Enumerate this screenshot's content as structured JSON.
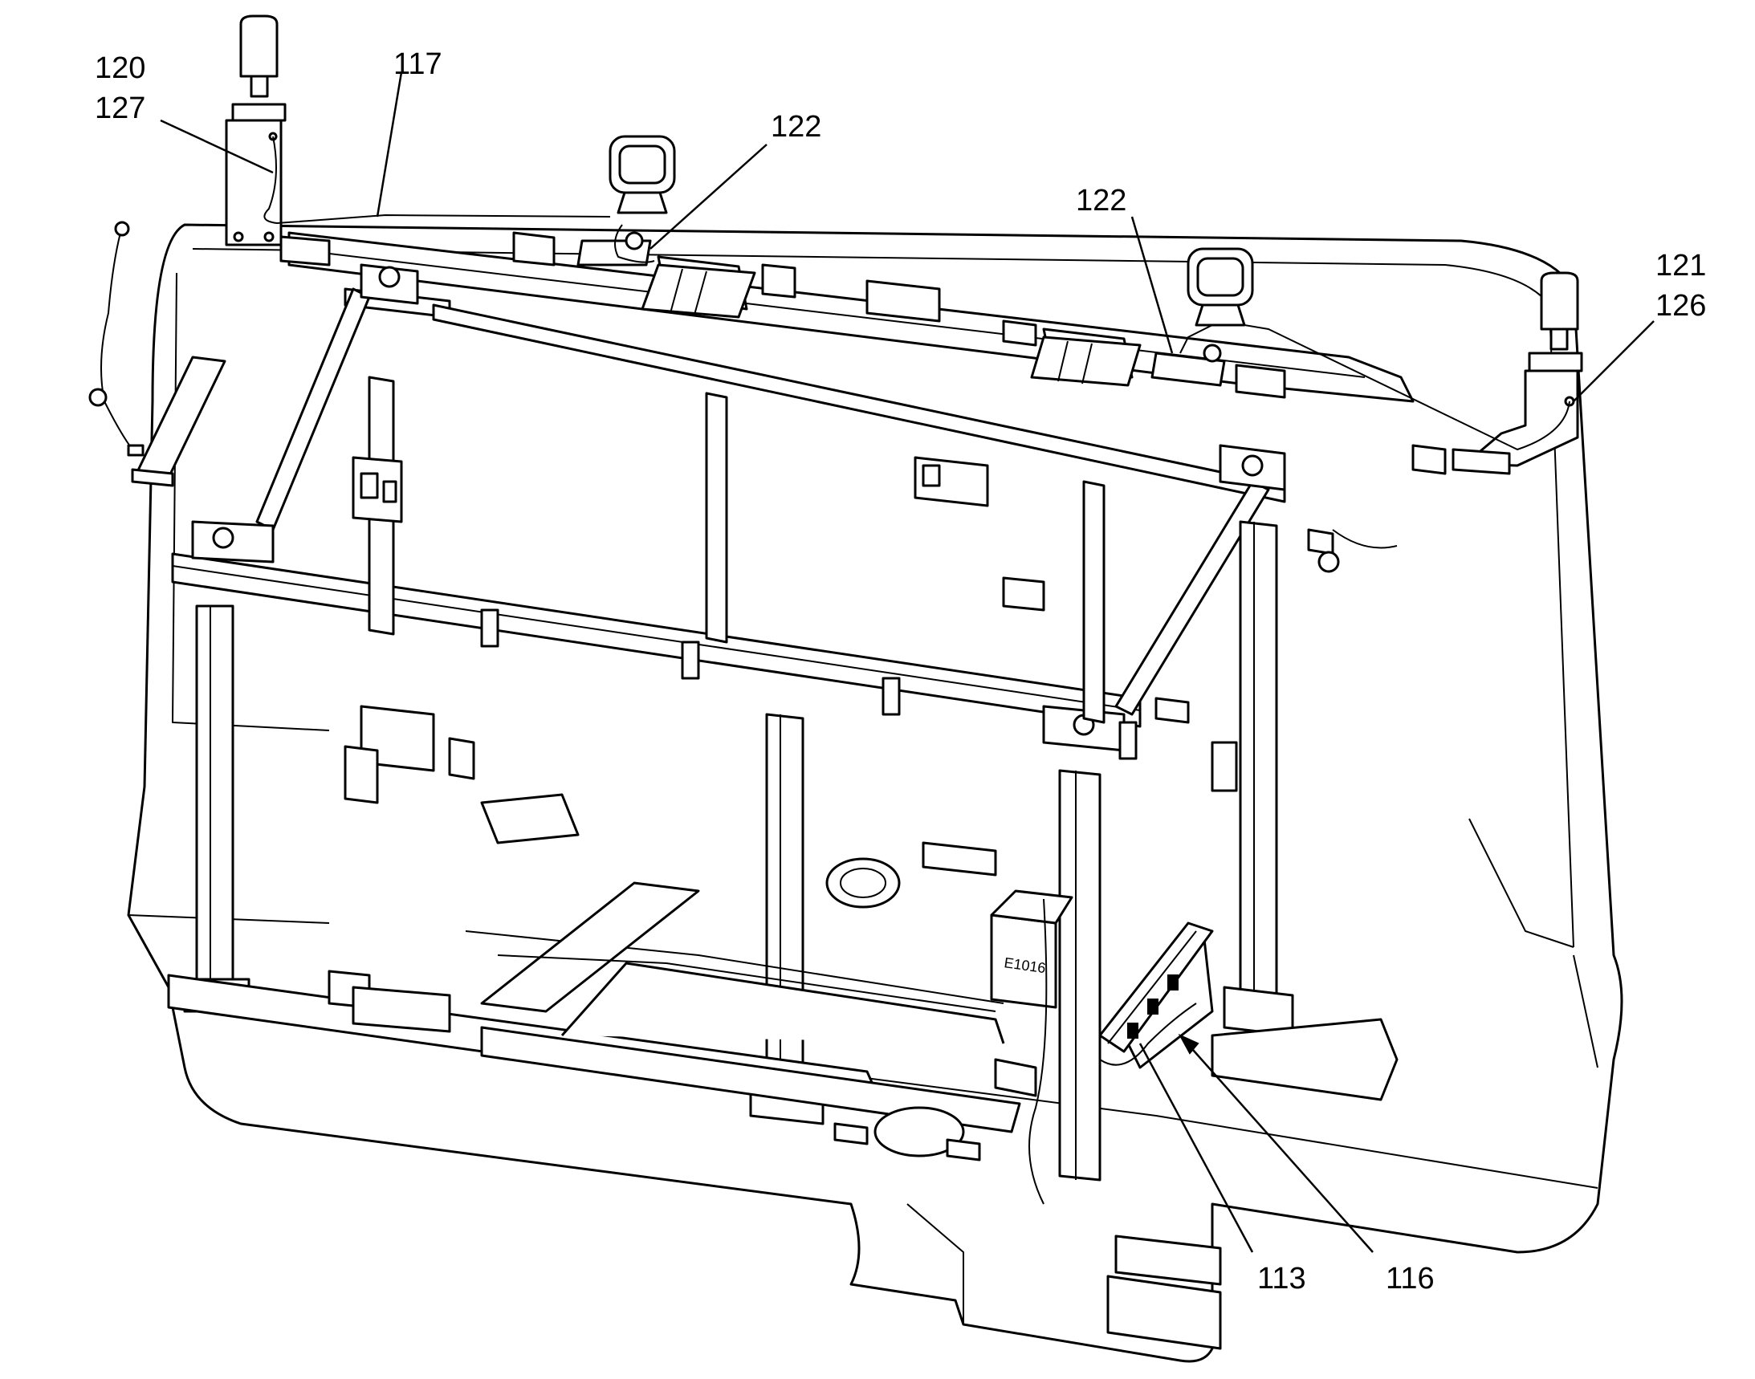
{
  "figure": {
    "labels": [
      {
        "id": "120",
        "text": "120"
      },
      {
        "id": "127",
        "text": "127"
      },
      {
        "id": "117",
        "text": "117"
      },
      {
        "id": "122a",
        "text": "122"
      },
      {
        "id": "122b",
        "text": "122"
      },
      {
        "id": "121",
        "text": "121"
      },
      {
        "id": "126",
        "text": "126"
      },
      {
        "id": "113",
        "text": "113"
      },
      {
        "id": "116",
        "text": "116"
      }
    ],
    "box_marking": "E1016"
  }
}
